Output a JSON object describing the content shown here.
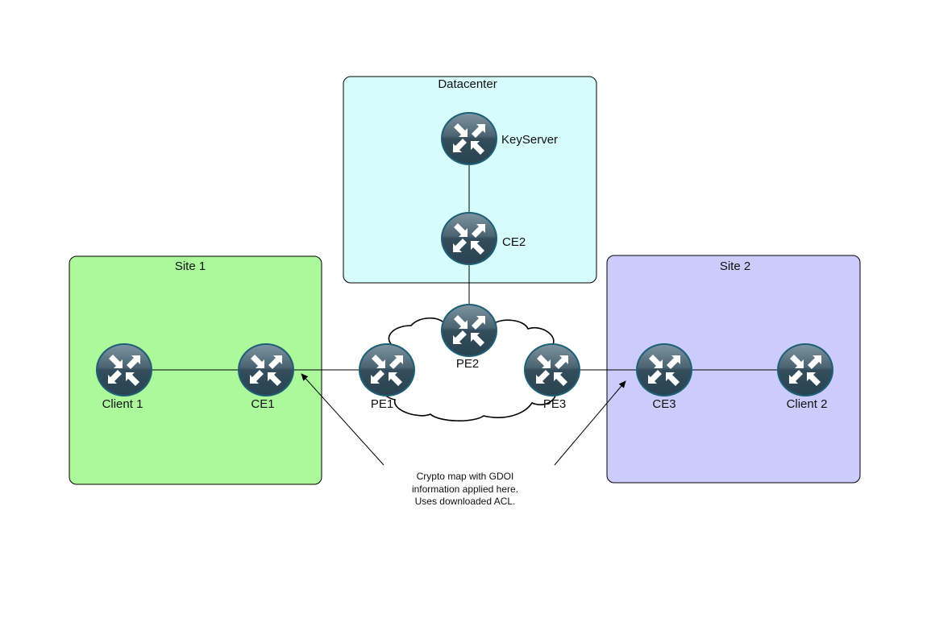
{
  "diagram": {
    "zones": [
      {
        "id": "site1",
        "title": "Site 1",
        "fill": "#abf99b"
      },
      {
        "id": "datacenter",
        "title": "Datacenter",
        "fill": "#d6fcfc"
      },
      {
        "id": "site2",
        "title": "Site 2",
        "fill": "#ccccfc"
      }
    ],
    "cloud": {
      "name": "provider-network",
      "fill": "#ffffff"
    },
    "nodes": [
      {
        "id": "keyserver",
        "label": "KeyServer",
        "type": "router-icon"
      },
      {
        "id": "ce2",
        "label": "CE2",
        "type": "router-icon"
      },
      {
        "id": "pe2",
        "label": "PE2",
        "type": "router-icon"
      },
      {
        "id": "pe1",
        "label": "PE1",
        "type": "router-icon"
      },
      {
        "id": "pe3",
        "label": "PE3",
        "type": "router-icon"
      },
      {
        "id": "client1",
        "label": "Client 1",
        "type": "router-icon"
      },
      {
        "id": "ce1",
        "label": "CE1",
        "type": "router-icon"
      },
      {
        "id": "ce3",
        "label": "CE3",
        "type": "router-icon"
      },
      {
        "id": "client2",
        "label": "Client 2",
        "type": "router-icon"
      }
    ],
    "links": [
      {
        "from": "keyserver",
        "to": "ce2"
      },
      {
        "from": "ce2",
        "to": "pe2"
      },
      {
        "from": "client1",
        "to": "ce1"
      },
      {
        "from": "ce1",
        "to": "pe1"
      },
      {
        "from": "pe3",
        "to": "ce3"
      },
      {
        "from": "ce3",
        "to": "client2"
      }
    ],
    "annotation": {
      "lines": [
        "Crypto map with GDOI",
        "information applied here.",
        "Uses downloaded ACL."
      ],
      "points_to": [
        "ce1",
        "ce3"
      ]
    },
    "colors": {
      "router_dark": "#2e4a5a",
      "router_light": "#6f8794",
      "router_rim": "#1d5f77",
      "line": "#000000"
    }
  }
}
